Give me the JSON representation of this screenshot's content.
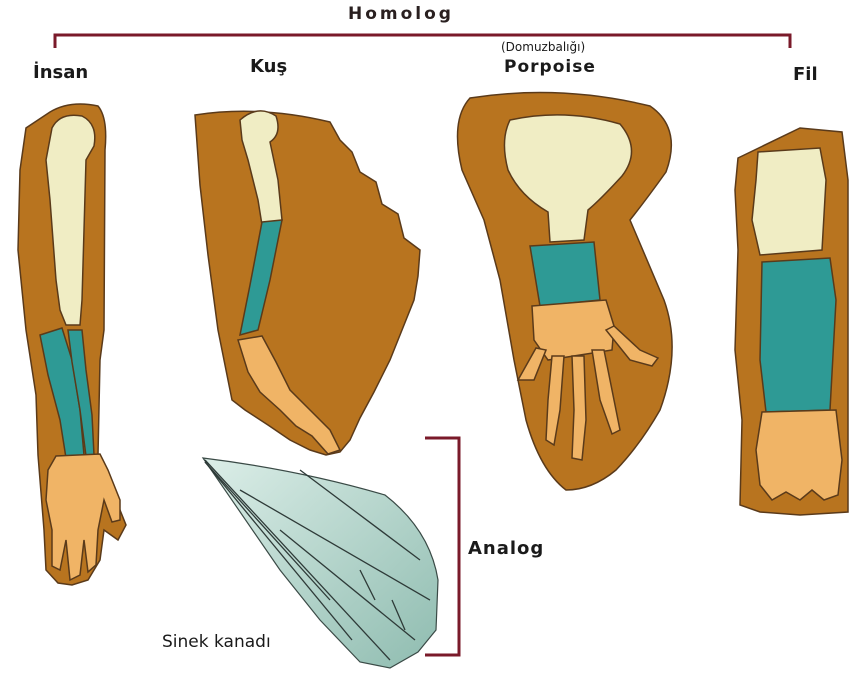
{
  "labels": {
    "homolog": "Homolog",
    "insan": "İnsan",
    "kus": "Kuş",
    "porpoise_translation": "(Domuzbalığı)",
    "porpoise": "Porpoise",
    "fil": "Fil",
    "analog": "Analog",
    "sinek_kanadi": "Sinek kanadı"
  },
  "colors": {
    "flesh": "#b8741f",
    "bone": "#f0edc4",
    "forearm": "#2e9a95",
    "hand": "#f0b466",
    "outline": "#5a3a1a",
    "bracket": "#7a1a2a",
    "wing": "#b9d8d0"
  }
}
